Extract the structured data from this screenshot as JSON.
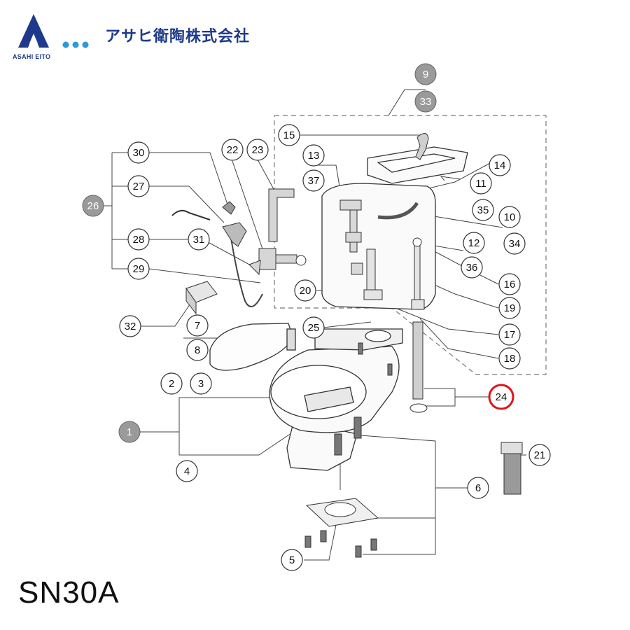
{
  "brand": {
    "logo_text": "ASAHI EITO",
    "company_name": "アサヒ衛陶株式会社",
    "brand_color": "#1f3a8a",
    "accent_color": "#2a9bd8"
  },
  "model": "SN30A",
  "callouts": {
    "c1": "1",
    "c2": "2",
    "c3": "3",
    "c4": "4",
    "c5": "5",
    "c6": "6",
    "c7": "7",
    "c8": "8",
    "c9": "9",
    "c10": "10",
    "c11": "11",
    "c12": "12",
    "c13": "13",
    "c14": "14",
    "c15": "15",
    "c16": "16",
    "c17": "17",
    "c18": "18",
    "c19": "19",
    "c20": "20",
    "c21": "21",
    "c22": "22",
    "c23": "23",
    "c24": "24",
    "c25": "25",
    "c26": "26",
    "c27": "27",
    "c28": "28",
    "c29": "29",
    "c30": "30",
    "c31": "31",
    "c32": "32",
    "c33": "33",
    "c34": "34",
    "c35": "35",
    "c36": "36",
    "c37": "37"
  },
  "highlight_color": "#e0141b",
  "grey_callout_color": "#9a9a9a"
}
